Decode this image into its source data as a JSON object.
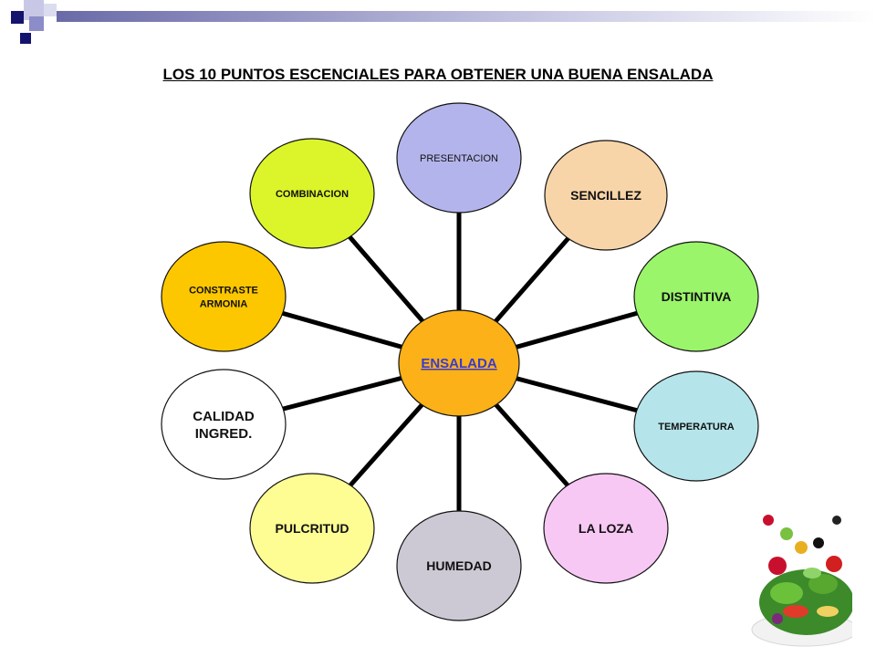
{
  "title": "LOS 10 PUNTOS ESCENCIALES PARA OBTENER UNA BUENA ENSALADA",
  "center": {
    "label": "ENSALADA",
    "fill": "#fbb117",
    "text_color": "#3a3ad0"
  },
  "nodes": [
    {
      "id": "presentacion",
      "lines": [
        "PRESENTACION"
      ],
      "fill": "#b4b4ec",
      "bold": false,
      "size": 11
    },
    {
      "id": "sencillez",
      "lines": [
        "SENCILLEZ"
      ],
      "fill": "#f8d5a8",
      "bold": true,
      "size": 14
    },
    {
      "id": "distintiva",
      "lines": [
        "DISTINTIVA"
      ],
      "fill": "#9af56a",
      "bold": true,
      "size": 14
    },
    {
      "id": "temperatura",
      "lines": [
        "TEMPERATURA"
      ],
      "fill": "#b5e5ea",
      "bold": true,
      "size": 11
    },
    {
      "id": "la-loza",
      "lines": [
        "LA LOZA"
      ],
      "fill": "#f8c8f5",
      "bold": true,
      "size": 14
    },
    {
      "id": "humedad",
      "lines": [
        "HUMEDAD"
      ],
      "fill": "#ccc9d4",
      "bold": true,
      "size": 14
    },
    {
      "id": "pulcritud",
      "lines": [
        "PULCRITUD"
      ],
      "fill": "#fdfd94",
      "bold": true,
      "size": 14
    },
    {
      "id": "calidad",
      "lines": [
        "CALIDAD",
        "INGRED."
      ],
      "fill": "#ffffff",
      "bold": true,
      "size": 15
    },
    {
      "id": "contraste",
      "lines": [
        "CONSTRASTE",
        "ARMONIA"
      ],
      "fill": "#fdc700",
      "bold": true,
      "size": 11
    },
    {
      "id": "combinacion",
      "lines": [
        "COMBINACION"
      ],
      "fill": "#dcf52a",
      "bold": true,
      "size": 11
    }
  ],
  "colors": {
    "connector": "#000000",
    "node_stroke": "#111111",
    "deco_dark": "#14146e",
    "deco_mid": "#8c8cc8",
    "deco_light": "#c8c8e6"
  },
  "icons": {
    "salad": "salad-bowl-image"
  }
}
